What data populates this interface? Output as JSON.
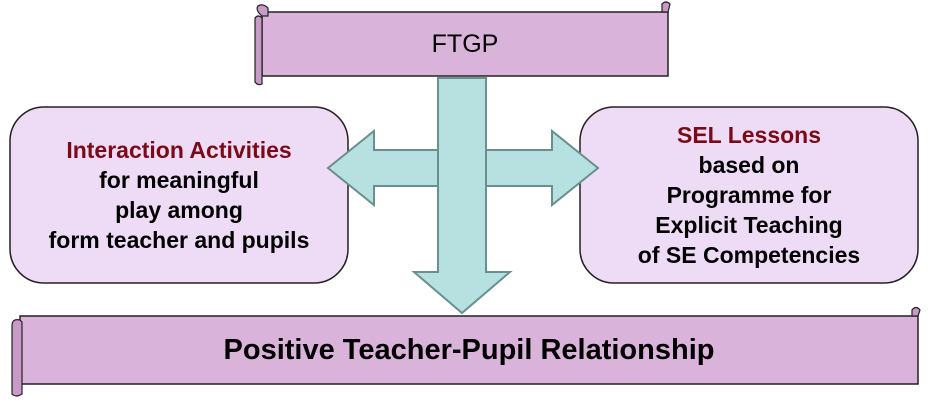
{
  "top_scroll": {
    "label": "FTGP"
  },
  "left_box": {
    "heading": "Interaction Activities",
    "lines": [
      "for meaningful",
      "play among",
      "form teacher and pupils"
    ]
  },
  "right_box": {
    "heading": "SEL Lessons",
    "lines": [
      "based on",
      "Programme for",
      "Explicit Teaching",
      "of SE Competencies"
    ]
  },
  "bottom_scroll": {
    "label": "Positive Teacher-Pupil Relationship"
  },
  "colors": {
    "scroll_fill": "#d9b3d9",
    "box_fill": "#eedcf6",
    "arrow_fill": "#b7e0e0",
    "arrow_stroke": "#6a8f8f",
    "outline": "#222222",
    "heading_text": "#7a0a18"
  }
}
